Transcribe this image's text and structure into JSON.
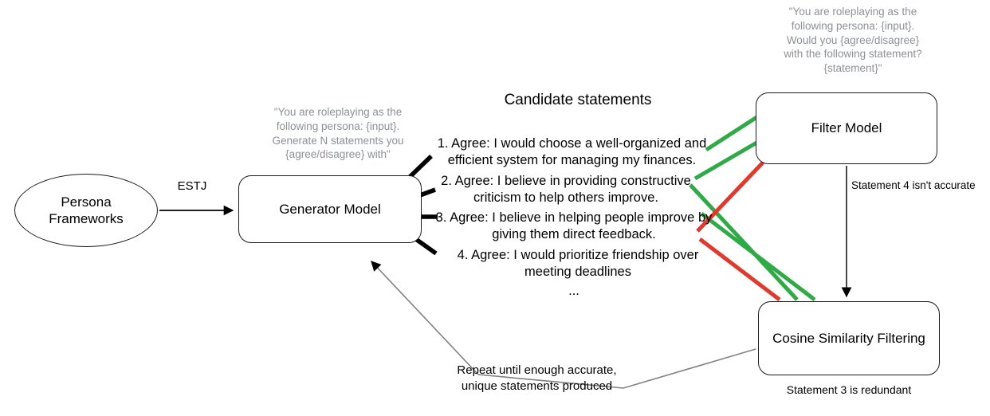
{
  "diagram": {
    "title": "Persona statement generation and filtering pipeline",
    "background": "#ffffff",
    "colors": {
      "accept": "#2faa47",
      "reject": "#e03a2f",
      "stroke": "#1a1a1a",
      "prompt_text": "#8d9096",
      "feedback_arrow": "#808080"
    }
  },
  "nodes": {
    "persona_frameworks": {
      "label": "Persona\nFrameworks",
      "shape": "ellipse"
    },
    "generator_model": {
      "label": "Generator Model",
      "shape": "rounded-rect"
    },
    "filter_model": {
      "label": "Filter Model",
      "shape": "rounded-rect"
    },
    "cosine_filtering": {
      "label": "Cosine Similarity Filtering",
      "shape": "rounded-rect"
    }
  },
  "prompts": {
    "generator": "\"You are roleplaying as the following persona: {input}. Generate N statements you {agree/disagree} with\"",
    "filter": "\"You are roleplaying as the following persona: {input}. Would you {agree/disagree} with the following statement? {statement}\""
  },
  "candidate_statements": {
    "heading": "Candidate statements",
    "items": [
      {
        "number": "1.",
        "text": "Agree: I would choose a well-organized and efficient system for managing my finances."
      },
      {
        "number": "2.",
        "text": "Agree: I believe in providing constructive criticism to help others improve."
      },
      {
        "number": "3.",
        "text": "Agree: I believe in helping people improve by giving them direct feedback."
      },
      {
        "number": "4.",
        "text": "Agree: I would prioritize friendship over meeting deadlines"
      }
    ],
    "ellipsis": "..."
  },
  "edges": {
    "estj_label": "ESTJ",
    "filter_to_cosine_label": "Statement 4 isn't accurate",
    "cosine_caption": "Statement 3 is redundant",
    "repeat_loop_label": "Repeat until enough accurate, unique statements produced"
  }
}
